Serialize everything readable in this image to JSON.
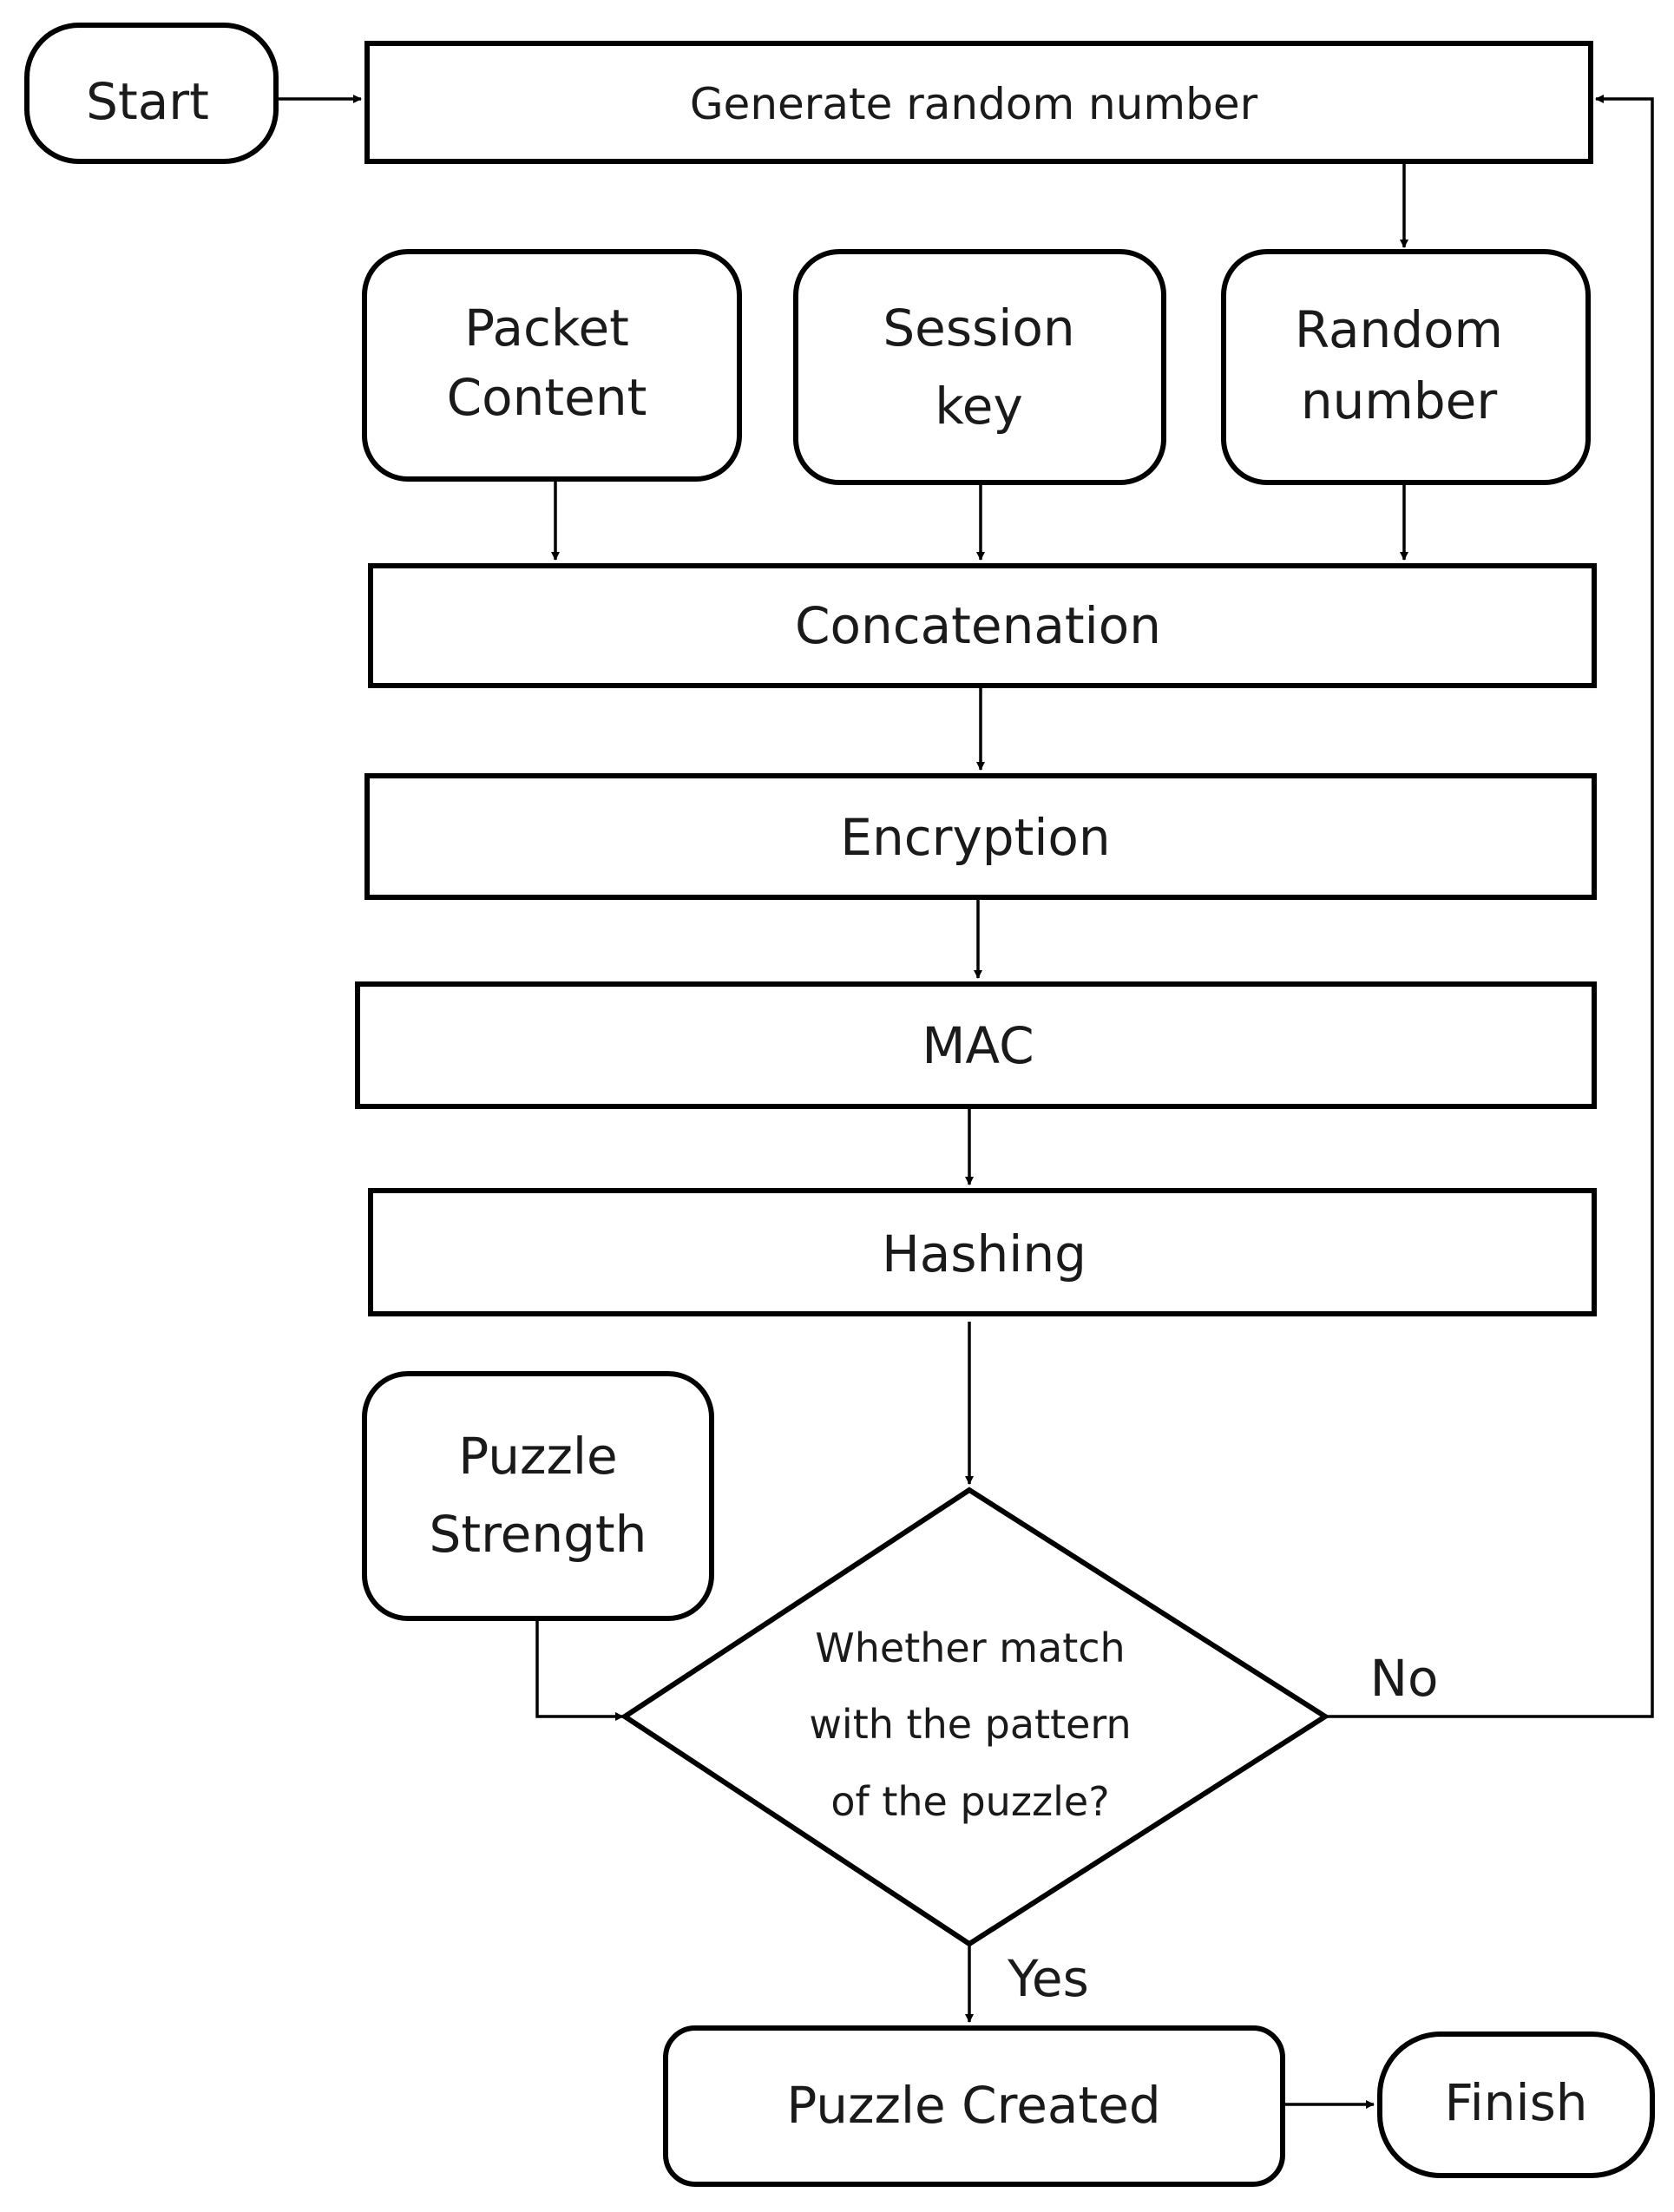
{
  "flowchart": {
    "start": "Start",
    "generate": "Generate random number",
    "inputs": {
      "packet_content": [
        "Packet",
        "Content"
      ],
      "session_key": [
        "Session",
        "key"
      ],
      "random_number": [
        "Random",
        "number"
      ]
    },
    "concatenation": "Concatenation",
    "encryption": "Encryption",
    "mac": "MAC",
    "hashing": "Hashing",
    "puzzle_strength": [
      "Puzzle",
      "Strength"
    ],
    "decision": [
      "Whether match",
      "with the pattern",
      "of the puzzle?"
    ],
    "no_label": "No",
    "yes_label": "Yes",
    "puzzle_created": "Puzzle Created",
    "finish": "Finish"
  }
}
